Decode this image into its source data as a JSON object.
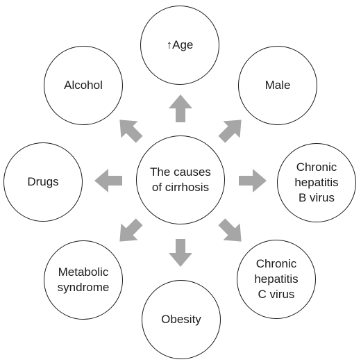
{
  "diagram": {
    "center": {
      "label": "The causes\nof cirrhosis"
    },
    "nodes": [
      {
        "id": "age",
        "label": "↑Age"
      },
      {
        "id": "male",
        "label": "Male"
      },
      {
        "id": "hbv",
        "label": "Chronic\nhepatitis\nB virus"
      },
      {
        "id": "hcv",
        "label": "Chronic\nhepatitis\nC virus"
      },
      {
        "id": "obesity",
        "label": "Obesity"
      },
      {
        "id": "metabolic",
        "label": "Metabolic\nsyndrome"
      },
      {
        "id": "drugs",
        "label": "Drugs"
      },
      {
        "id": "alcohol",
        "label": "Alcohol"
      }
    ],
    "colors": {
      "arrow": "#a6a6a6",
      "outline": "#1a1a1a",
      "text": "#1a1a1a"
    }
  }
}
